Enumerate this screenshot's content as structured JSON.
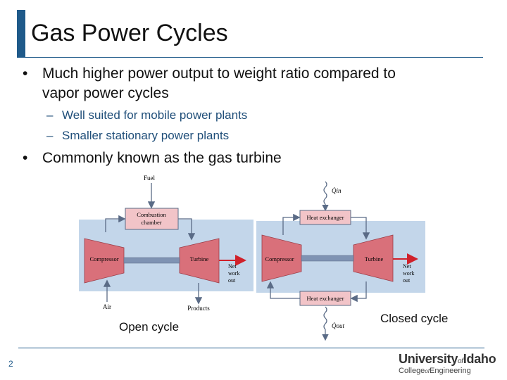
{
  "slide": {
    "title": "Gas Power Cycles",
    "page_number": "2"
  },
  "bullets": [
    {
      "mark": "•",
      "text_line1": "Much higher power output to weight ratio compared to",
      "text_line2": "vapor power cycles"
    },
    {
      "mark": "•",
      "text_line1": "Commonly known as the gas turbine"
    }
  ],
  "sub_bullets": [
    {
      "dash": "–",
      "text": "Well suited for mobile power plants"
    },
    {
      "dash": "–",
      "text": "Smaller stationary power plants"
    }
  ],
  "open_cycle": {
    "caption": "Open cycle",
    "fuel": "Fuel",
    "combustion_line1": "Combustion",
    "combustion_line2": "chamber",
    "compressor": "Compressor",
    "turbine": "Turbine",
    "net_line1": "Net",
    "net_line2": "work",
    "net_line3": "out",
    "air": "Air",
    "products": "Products"
  },
  "closed_cycle": {
    "caption": "Closed cycle",
    "heat_exchanger_top": "Heat exchanger",
    "heat_exchanger_bottom": "Heat exchanger",
    "q_in": "Q̇in",
    "q_out": "Q̇out",
    "compressor": "Compressor",
    "turbine": "Turbine",
    "net_line1": "Net",
    "net_line2": "work",
    "net_line3": "out"
  },
  "logo": {
    "university_a": "University",
    "of": "of",
    "university_b": "Idaho",
    "college_a": "College",
    "college_of": "of",
    "college_b": "Engineering"
  },
  "colors": {
    "accent_blue": "#1f5a8a",
    "machine_pink": "#d9707a",
    "box_pink": "#f2c4c8",
    "arrow_red": "#d0212b",
    "panel_blue": "#c3d6ea"
  }
}
